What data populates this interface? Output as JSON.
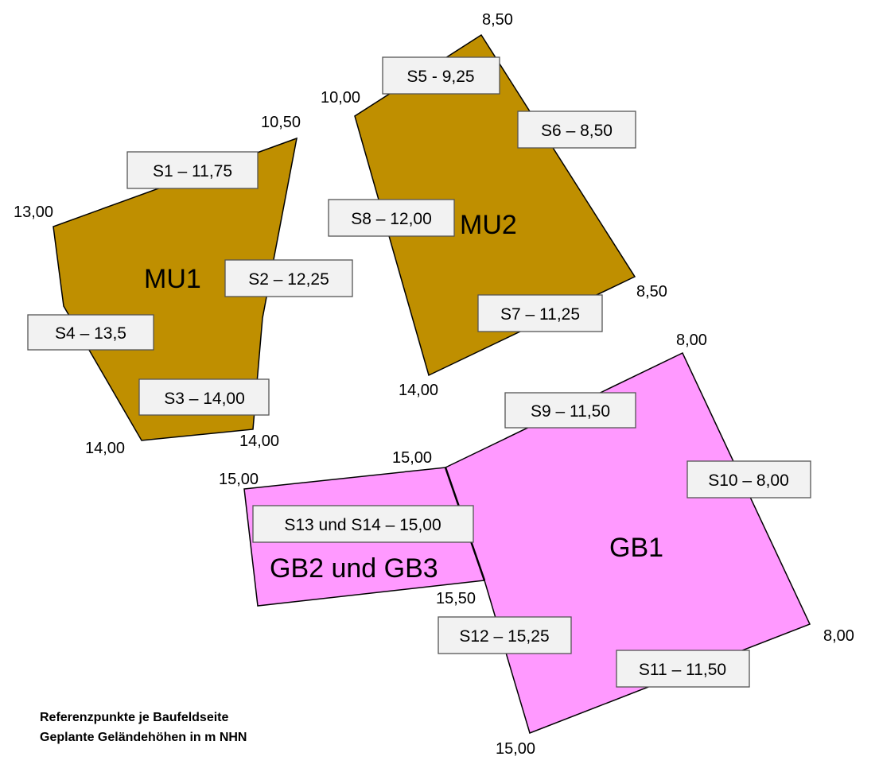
{
  "colors": {
    "mu_fill": "#bf8f00",
    "gb_fill": "#ff99ff",
    "outline": "#000000",
    "tag_fill": "#f2f2f2",
    "tag_border": "#555555"
  },
  "areas": {
    "mu1": "MU1",
    "mu2": "MU2",
    "gb1": "GB1",
    "gb23": "GB2 und GB3"
  },
  "corner_heights": {
    "mu1_top_right": "10,50",
    "mu1_left": "13,00",
    "mu1_bottom_left": "14,00",
    "mu1_bottom_right": "14,00",
    "mu2_top": "8,50",
    "mu2_top_left": "10,00",
    "mu2_right": "8,50",
    "mu2_bottom": "14,00",
    "gb1_top_right": "8,00",
    "gb1_right": "8,00",
    "gb1_bottom": "15,00",
    "gb1_top_left": "15,00",
    "gb1_left_mid": "15,50",
    "gb23_top_left": "15,00"
  },
  "reference_points": {
    "s1": "S1 – 11,75",
    "s2": "S2 – 12,25",
    "s3": "S3 – 14,00",
    "s4": "S4 – 13,5",
    "s5": "S5 - 9,25",
    "s6": "S6 – 8,50",
    "s7": "S7 – 11,25",
    "s8": "S8 – 12,00",
    "s9": "S9 – 11,50",
    "s10": "S10 – 8,00",
    "s11": "S11 – 11,50",
    "s12": "S12 – 15,25",
    "s13": "S13 und S14 – 15,00"
  },
  "legend": {
    "line1": "Referenzpunkte je Baufeldseite",
    "line2": "Geplante Geländehöhen in m NHN"
  }
}
